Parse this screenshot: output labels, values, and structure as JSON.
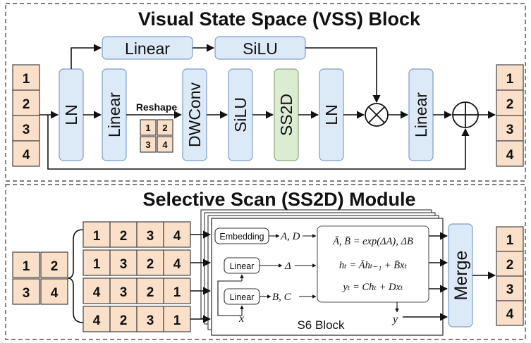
{
  "vss": {
    "title": "Visual State Space (VSS) Block",
    "linear_top": "Linear",
    "silu_top": "SiLU",
    "ln1": "LN",
    "linear1": "Linear",
    "reshape": "Reshape",
    "dwconv": "DWConv",
    "silu": "SiLU",
    "ss2d": "SS2D",
    "ln2": "LN",
    "linear2": "Linear",
    "input_tokens": [
      "1",
      "2",
      "3",
      "4"
    ],
    "output_tokens": [
      "1",
      "2",
      "3",
      "4"
    ],
    "reshape_grid": [
      "1",
      "2",
      "3",
      "4"
    ]
  },
  "ss2d": {
    "title": "Selective Scan (SS2D) Module",
    "input_grid": [
      "1",
      "2",
      "3",
      "4"
    ],
    "scan_rows": [
      [
        "1",
        "2",
        "3",
        "4"
      ],
      [
        "1",
        "3",
        "2",
        "4"
      ],
      [
        "4",
        "3",
        "2",
        "1"
      ],
      [
        "4",
        "2",
        "3",
        "1"
      ]
    ],
    "embedding": "Embedding",
    "linear_a": "Linear",
    "linear_b": "Linear",
    "sym_ad": "A, D",
    "sym_delta": "Δ",
    "sym_bc": "B, C",
    "sym_x": "x",
    "sym_y": "y",
    "eq1": "Ā, B̄ = exp(ΔA), ΔB",
    "eq2": "hₜ = Āhₜ₋₁ + B̄xₜ",
    "eq3": "yₜ = Chₜ + Dxₜ",
    "s6_label": "S6 Block",
    "merge": "Merge",
    "output_tokens": [
      "1",
      "2",
      "3",
      "4"
    ]
  }
}
